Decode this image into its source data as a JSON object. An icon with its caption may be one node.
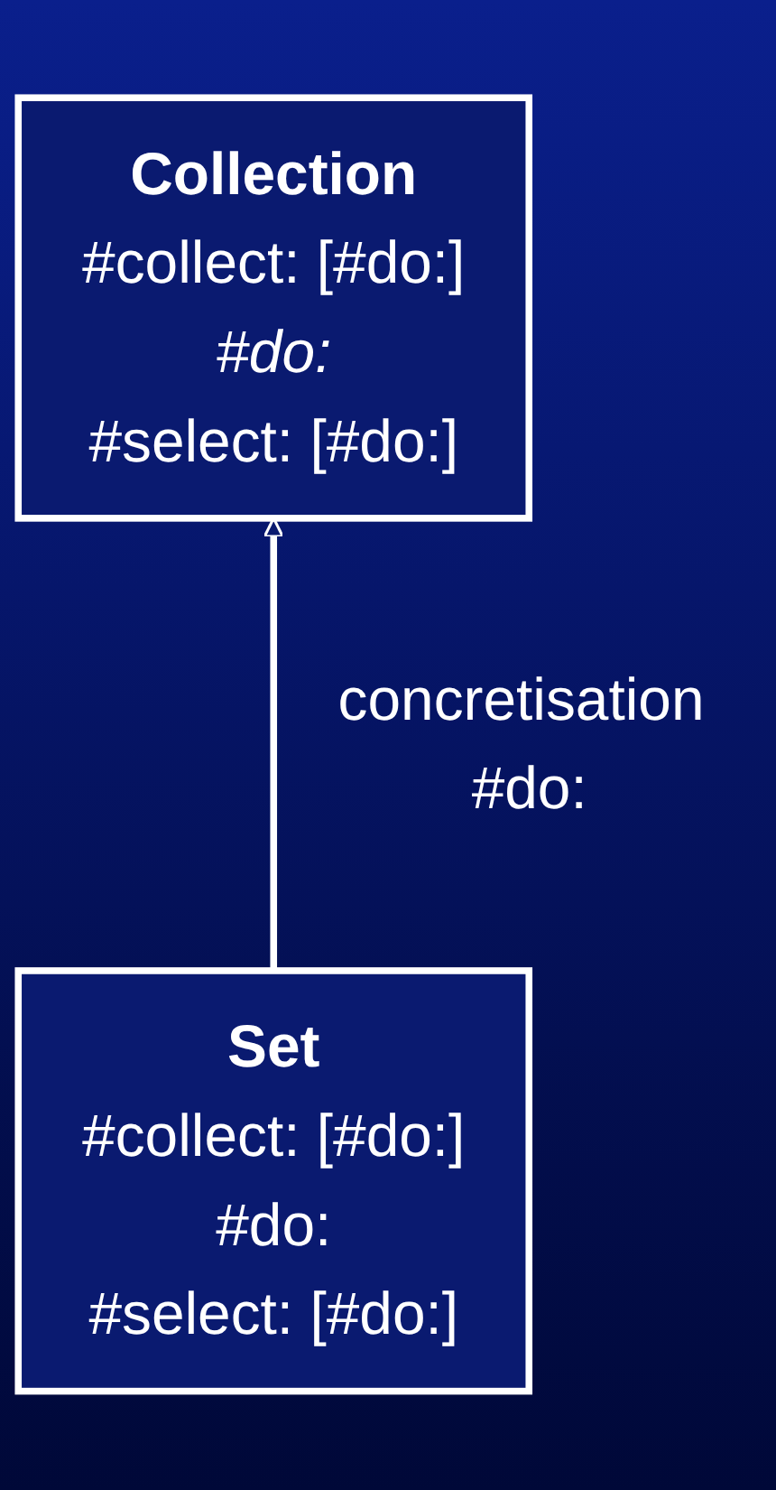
{
  "diagram": {
    "nodes": [
      {
        "text": [
          "Collection",
          "#collect: [#do:]",
          "#do:",
          "#select: [#do:]"
        ]
      },
      {
        "text": [
          "Set",
          "#collect: [#do:]",
          "#do:",
          "#select: [#do:]"
        ]
      }
    ],
    "edges": [
      {
        "from": 1,
        "to": 0,
        "arrow": "to",
        "label": "concretisation #do:"
      }
    ]
  }
}
